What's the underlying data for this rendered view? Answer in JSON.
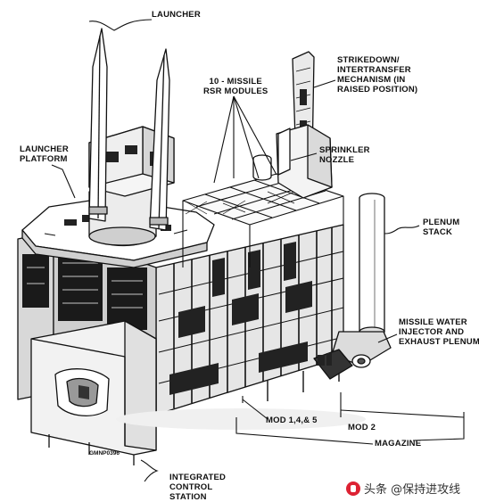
{
  "figure": {
    "drawing_code": "GMNP0396",
    "labels": {
      "launcher": "LAUNCHER",
      "strikedown": [
        "STRIKEDOWN/",
        "INTERTRANSFER",
        "MECHANISM (IN",
        "RAISED POSITION)"
      ],
      "rsr_modules": [
        "10 - MISSILE",
        "RSR MODULES"
      ],
      "launcher_platform": [
        "LAUNCHER",
        "PLATFORM"
      ],
      "sprinkler": [
        "SPRINKLER",
        "NOZZLE"
      ],
      "plenum": [
        "PLENUM",
        "STACK"
      ],
      "water_injector": [
        "MISSILE WATER",
        "INJECTOR AND",
        "EXHAUST PLENUM"
      ],
      "mod_145": "MOD 1,4,& 5",
      "mod_2": "MOD 2",
      "magazine": "MAGAZINE",
      "control_station": [
        "INTEGRATED",
        "CONTROL",
        "STATION"
      ]
    }
  },
  "watermark": {
    "text": "头条 @保持进攻线"
  }
}
